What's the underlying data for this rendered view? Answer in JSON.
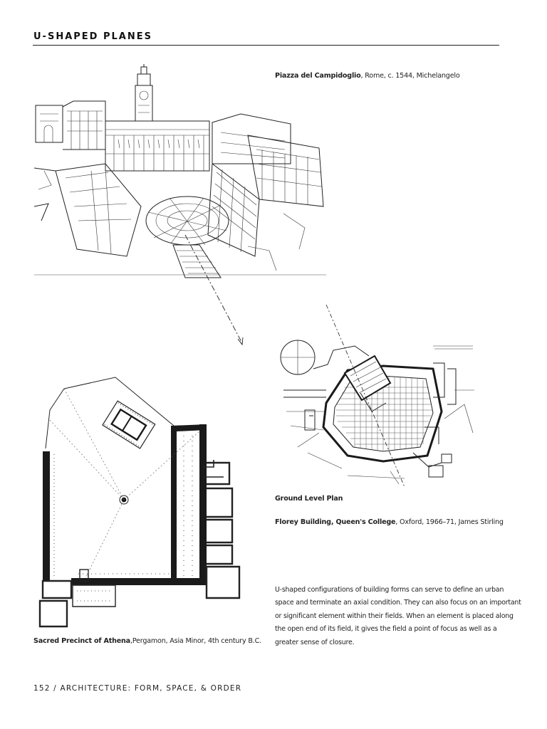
{
  "header": {
    "title": "U-SHAPED PLANES"
  },
  "captions": {
    "campidoglio": {
      "name": "Piazza del Campidoglio",
      "details": ", Rome, c. 1544, Michelangelo"
    },
    "ground_plan": {
      "label": "Ground Level Plan"
    },
    "florey": {
      "name": "Florey Building",
      "sep": ", ",
      "name2": "Queen's College",
      "details": ", Oxford, 1966–71, James Stirling"
    },
    "athena": {
      "name": "Sacred Precinct of Athena",
      "details": ",Pergamon, Asia Minor, 4th century B.C."
    }
  },
  "body_text": {
    "lines": [
      "U-shaped configurations of building forms can serve to define an urban",
      "space and terminate an axial condition. They can also focus on an important",
      "or significant element within their fields. When an element is placed along",
      "the open end of its field, it gives the field a point of focus as well as a",
      "greater sense of closure."
    ]
  },
  "footer": {
    "text": "152 / ARCHITECTURE: FORM, SPACE, & ORDER"
  }
}
